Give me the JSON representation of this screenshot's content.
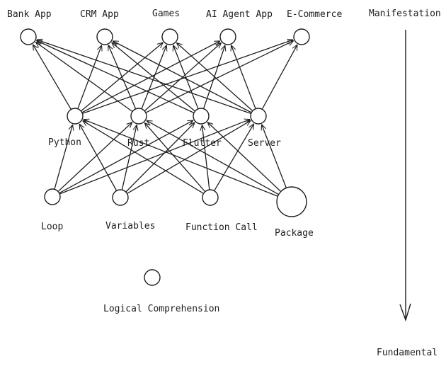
{
  "diagram": {
    "nodes": [
      {
        "id": "bank",
        "label": "Bank App"
      },
      {
        "id": "crm",
        "label": "CRM App"
      },
      {
        "id": "games",
        "label": "Games"
      },
      {
        "id": "ai",
        "label": "AI Agent App"
      },
      {
        "id": "ecom",
        "label": "E-Commerce"
      },
      {
        "id": "python",
        "label": "Python"
      },
      {
        "id": "rust",
        "label": "Rust"
      },
      {
        "id": "flutter",
        "label": "Flutter"
      },
      {
        "id": "server",
        "label": "Server"
      },
      {
        "id": "loop",
        "label": "Loop"
      },
      {
        "id": "variables",
        "label": "Variables"
      },
      {
        "id": "function",
        "label": "Function Call"
      },
      {
        "id": "package",
        "label": "Package"
      },
      {
        "id": "logic",
        "label": "Logical Comprehension"
      }
    ],
    "edges": [
      [
        "python",
        "bank"
      ],
      [
        "python",
        "crm"
      ],
      [
        "python",
        "games"
      ],
      [
        "python",
        "ai"
      ],
      [
        "python",
        "ecom"
      ],
      [
        "rust",
        "bank"
      ],
      [
        "rust",
        "crm"
      ],
      [
        "rust",
        "games"
      ],
      [
        "rust",
        "ai"
      ],
      [
        "rust",
        "ecom"
      ],
      [
        "flutter",
        "bank"
      ],
      [
        "flutter",
        "crm"
      ],
      [
        "flutter",
        "games"
      ],
      [
        "flutter",
        "ai"
      ],
      [
        "server",
        "bank"
      ],
      [
        "server",
        "crm"
      ],
      [
        "server",
        "games"
      ],
      [
        "server",
        "ai"
      ],
      [
        "server",
        "ecom"
      ],
      [
        "loop",
        "python"
      ],
      [
        "loop",
        "rust"
      ],
      [
        "loop",
        "flutter"
      ],
      [
        "loop",
        "server"
      ],
      [
        "variables",
        "python"
      ],
      [
        "variables",
        "rust"
      ],
      [
        "variables",
        "flutter"
      ],
      [
        "variables",
        "server"
      ],
      [
        "function",
        "python"
      ],
      [
        "function",
        "rust"
      ],
      [
        "function",
        "flutter"
      ],
      [
        "function",
        "server"
      ],
      [
        "package",
        "python"
      ],
      [
        "package",
        "rust"
      ],
      [
        "package",
        "flutter"
      ],
      [
        "package",
        "server"
      ]
    ],
    "axis": {
      "top_label": "Manifestation",
      "bottom_label": "Fundamental"
    }
  }
}
